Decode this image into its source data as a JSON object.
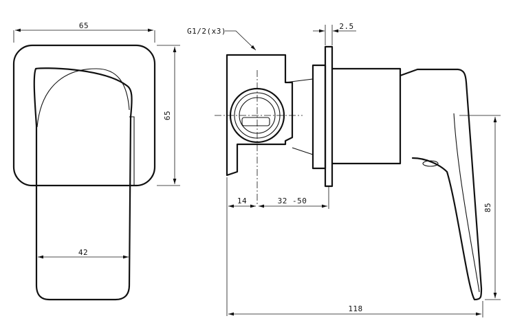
{
  "front_view": {
    "width_label": "65",
    "height_label": "65",
    "lever_width_label": "42"
  },
  "side_view": {
    "thread_label": "G1/2(x3)",
    "plate_thickness_label": "2.5",
    "offset_label": "14",
    "wall_depth_label": "32 -50",
    "overall_length_label": "118",
    "handle_height_label": "85"
  }
}
